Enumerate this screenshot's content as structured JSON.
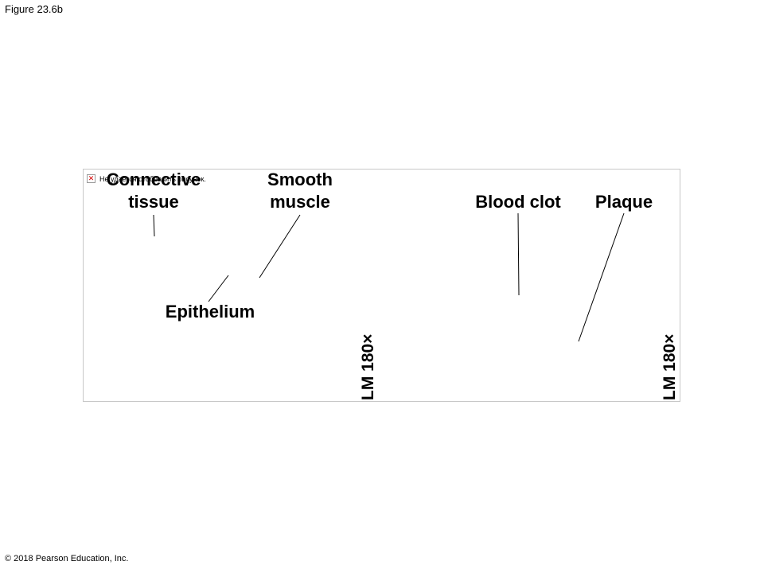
{
  "figure_label": "Figure 23.6b",
  "copyright": "© 2018 Pearson Education, Inc.",
  "broken_image": {
    "icon": "broken-image-icon",
    "alt_text": "Не удается отобразить рисунок."
  },
  "labels": {
    "connective_tissue": [
      "Connective",
      "tissue"
    ],
    "smooth_muscle": [
      "Smooth",
      "muscle"
    ],
    "epithelium": "Epithelium",
    "blood_clot": "Blood clot",
    "plaque": "Plaque"
  },
  "magnifications": {
    "left": "LM 180×",
    "right": "LM 180×"
  }
}
